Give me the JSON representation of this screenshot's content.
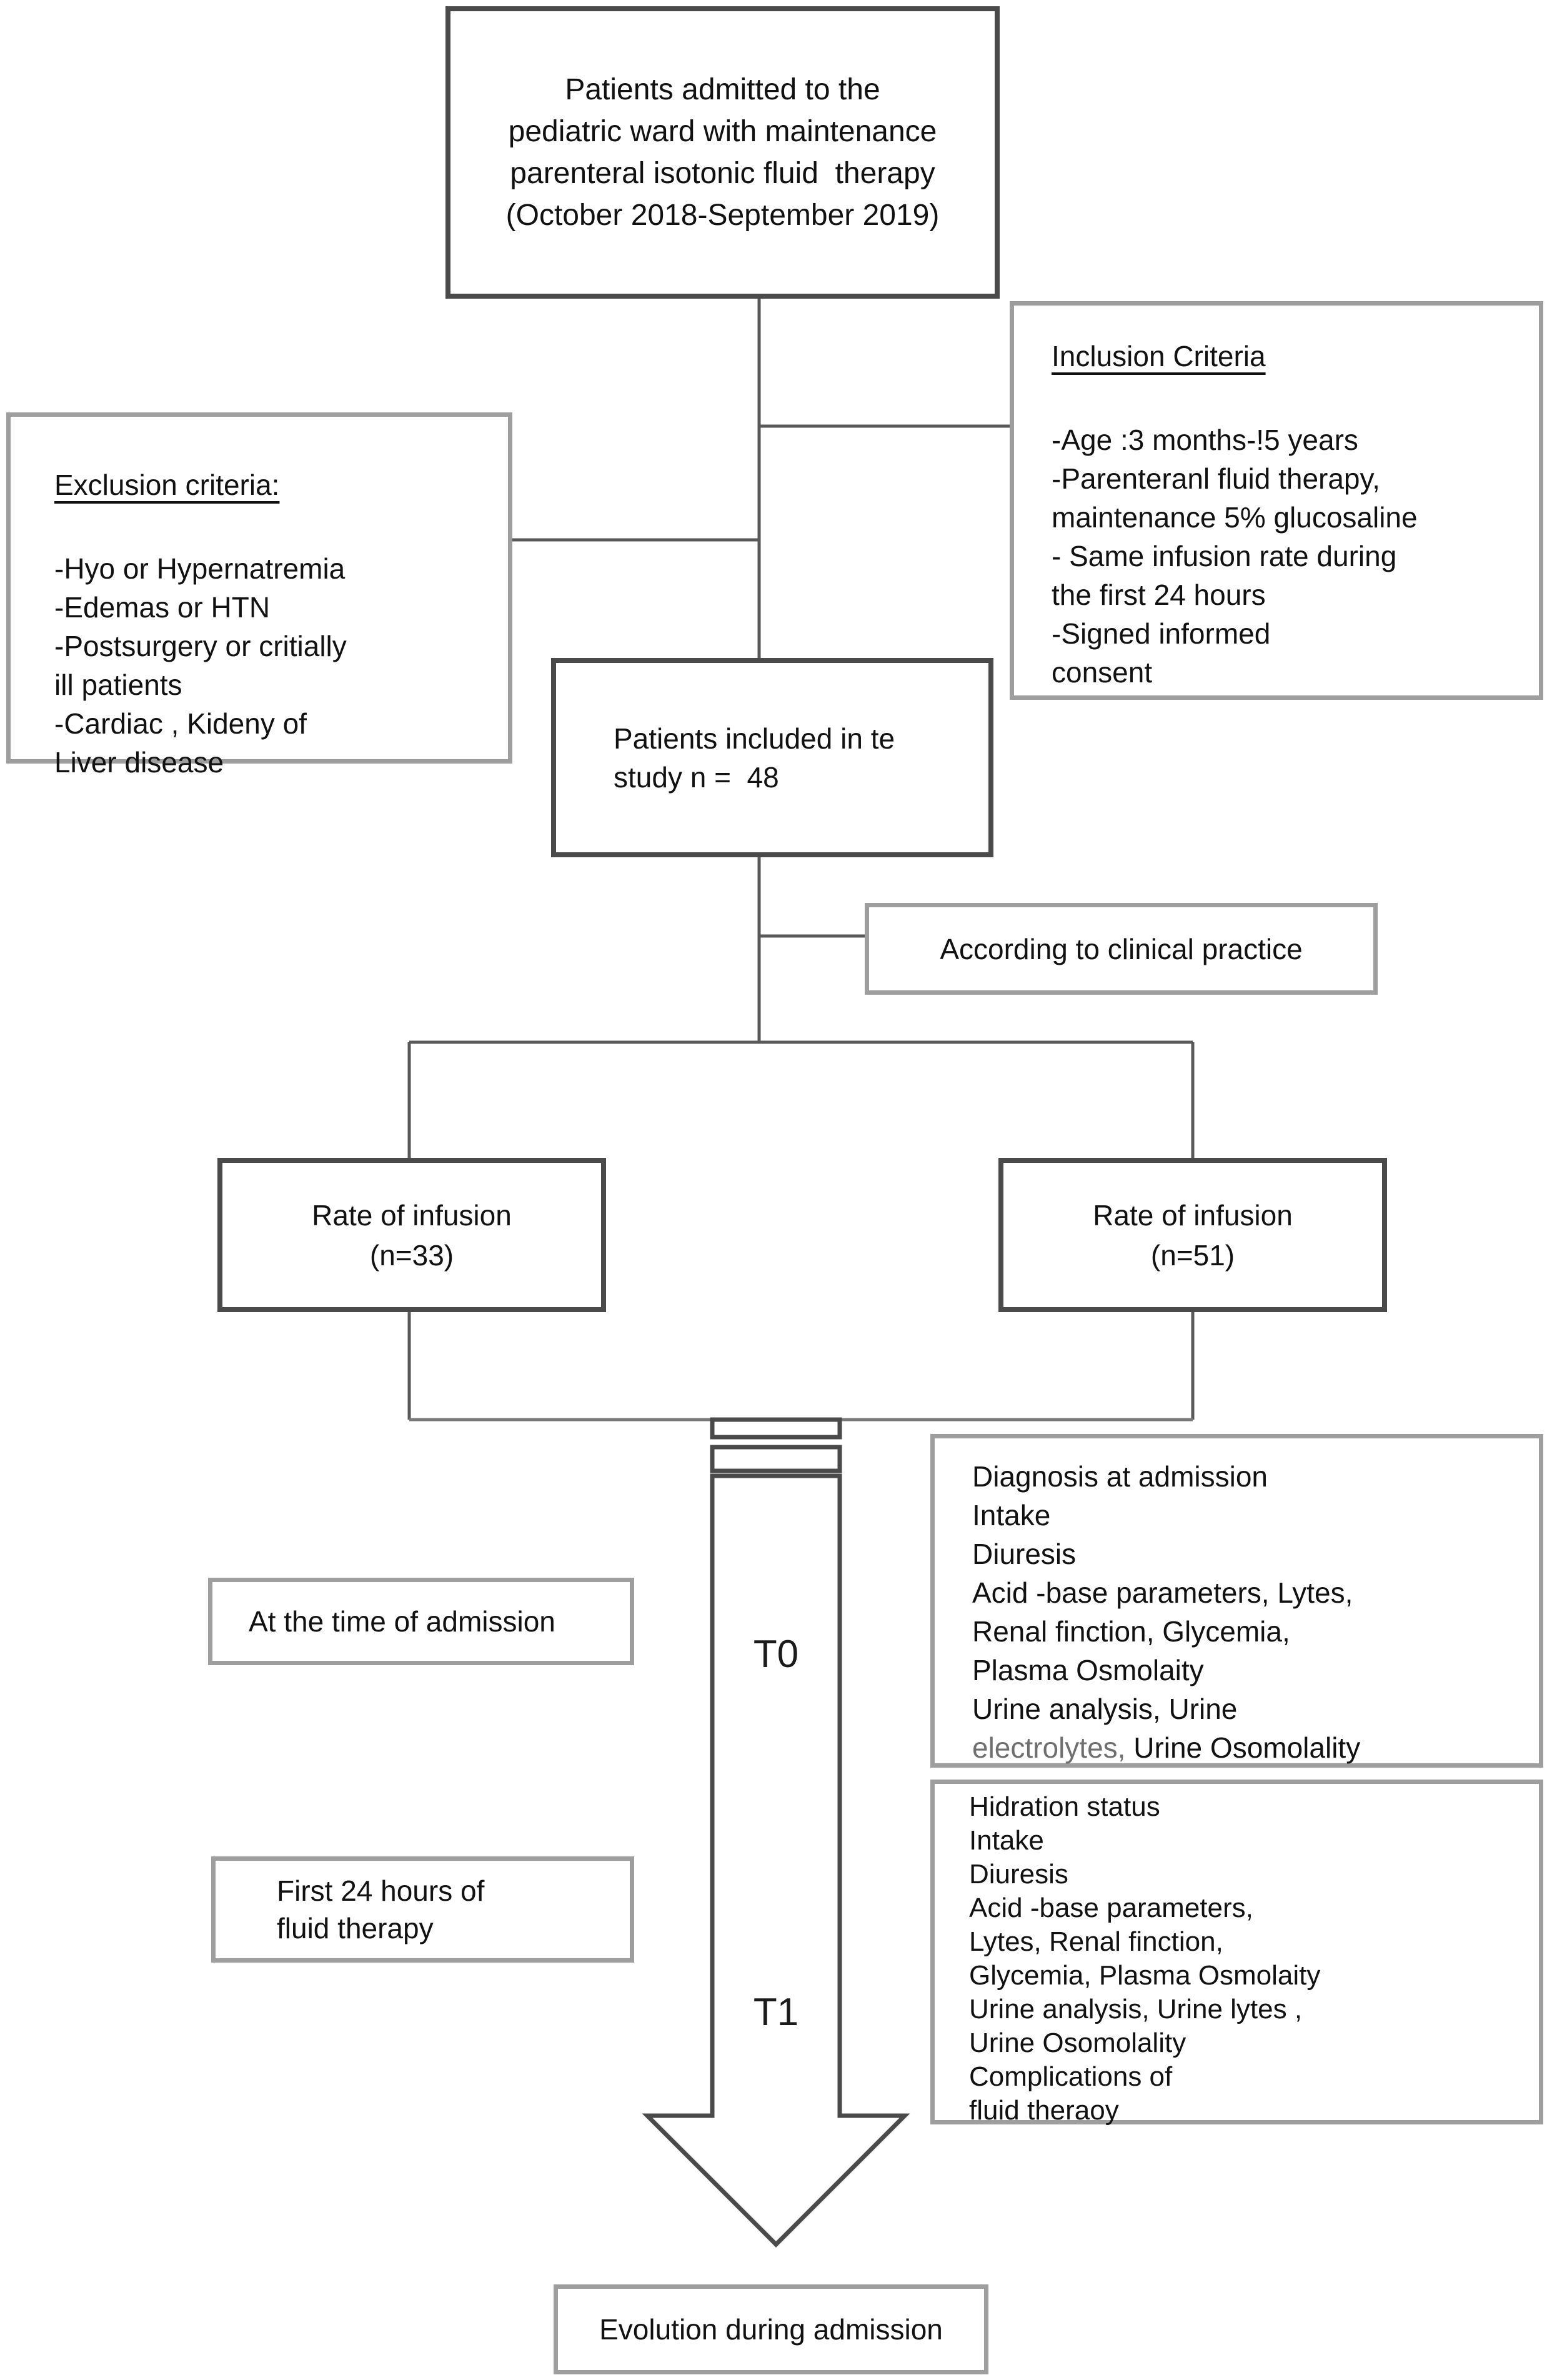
{
  "figure": {
    "top_box": {
      "lines": [
        "Patients admitted to the",
        "pediatric ward with maintenance",
        "parenteral isotonic fluid  therapy",
        "(October 2018-September 2019)"
      ]
    },
    "inclusion_box": {
      "title": "Inclusion Criteria",
      "lines": [
        "-Age :3 months-!5 years",
        "-Parenteranl fluid therapy,",
        "maintenance 5% glucosaline",
        "- Same infusion rate during",
        "the first 24 hours",
        "-Signed informed",
        "consent"
      ]
    },
    "exclusion_box": {
      "title": "Exclusion criteria:",
      "lines": [
        "-Hyo or Hypernatremia",
        "-Edemas or HTN",
        "-Postsurgery or critially",
        "ill patients",
        "-Cardiac , Kideny of",
        "Liver disease"
      ]
    },
    "included_box": {
      "lines": [
        "Patients included in te",
        "study n =  48"
      ]
    },
    "according_box": {
      "label": "According to clinical practice"
    },
    "rate_left_box": {
      "lines": [
        "Rate of infusion",
        "(n=33)"
      ]
    },
    "rate_right_box": {
      "lines": [
        "Rate of infusion",
        "(n=51)"
      ]
    },
    "timeline": {
      "t0_label": "T0",
      "t1_label": "T1"
    },
    "t0_box": {
      "lines": [
        "Diagnosis at admission",
        "Intake",
        "Diuresis",
        "Acid -base parameters, Lytes,",
        "Renal finction, Glycemia,",
        "Plasma Osmolaity",
        "Urine analysis, Urine"
      ],
      "last_line_gray": "electrolytes,",
      "last_line_rest": " Urine Osomolality"
    },
    "t1_box": {
      "lines": [
        "Hidration status",
        "Intake",
        "Diuresis",
        "Acid -base parameters,",
        "Lytes, Renal finction,",
        "Glycemia, Plasma Osmolaity",
        "Urine analysis, Urine lytes ,",
        "Urine Osomolality",
        "Complications of",
        "fluid theraoy"
      ]
    },
    "admission_time_box": {
      "label": "At the time of admission"
    },
    "first24_box": {
      "lines": [
        "First 24 hours of",
        "fluid therapy"
      ]
    },
    "evolution_box": {
      "label": "Evolution during admission"
    },
    "colors": {
      "dark_border": "#4a4a4a",
      "light_border": "#9e9e9e",
      "connector": "#595959",
      "text": "#111111",
      "gray_text": "#6f6f6f",
      "background": "#ffffff"
    }
  }
}
